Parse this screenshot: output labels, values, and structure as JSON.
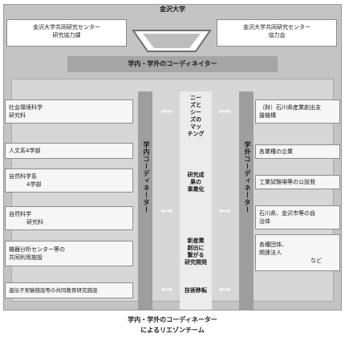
{
  "diagram": {
    "top_title": "金沢大学",
    "top_left": {
      "line1": "金沢大学共同研究センター",
      "line2": "研究協力課"
    },
    "top_right": {
      "line1": "金沢大学共同研究センター",
      "line2": "協力会"
    },
    "band": "学内・学外のコーディネイター",
    "left_column_label": "学内コーディネーター",
    "right_column_label": "学外コーディネーター",
    "left_boxes": [
      {
        "line1": "社会環境科学",
        "line2": "研究科"
      },
      {
        "line1": "人文系4学部",
        "line2": ""
      },
      {
        "line1": "自然科学系",
        "line2": "4学部"
      },
      {
        "line1": "自然科学",
        "line2": "研究科"
      },
      {
        "line1": "機器分析センター等の",
        "line2": "共同利用施設"
      },
      {
        "line1": "遺伝子実験施設等の共同教育研究施設",
        "line2": ""
      }
    ],
    "right_boxes": [
      {
        "line1": "（財）石川県産業創出支",
        "line2": "援機構"
      },
      {
        "line1": "各業種の企業",
        "line2": ""
      },
      {
        "line1": "工業試験場等の公設発",
        "line2": ""
      },
      {
        "line1": "石川県、金沢市等の自",
        "line2": "治体"
      },
      {
        "line1": "各種団体、",
        "line2": "関連法人",
        "extra": "など"
      }
    ],
    "center_items": [
      {
        "l1": "ニー",
        "l2": "ズと",
        "l3": "シー",
        "l4": "ズの",
        "l5": "マッ",
        "l6": "チング"
      },
      {
        "l1": "研究成",
        "l2": "果の",
        "l3": "事業化"
      },
      {
        "l1": "新産業",
        "l2": "創出に",
        "l3": "繋がる",
        "l4": "研究開発"
      },
      {
        "l1": "技術移転"
      }
    ],
    "arrow_glyph": "⟺",
    "bottom_title": {
      "line1": "学内・学外のコーディネーター",
      "line2": "によるリエゾンチーム"
    }
  }
}
